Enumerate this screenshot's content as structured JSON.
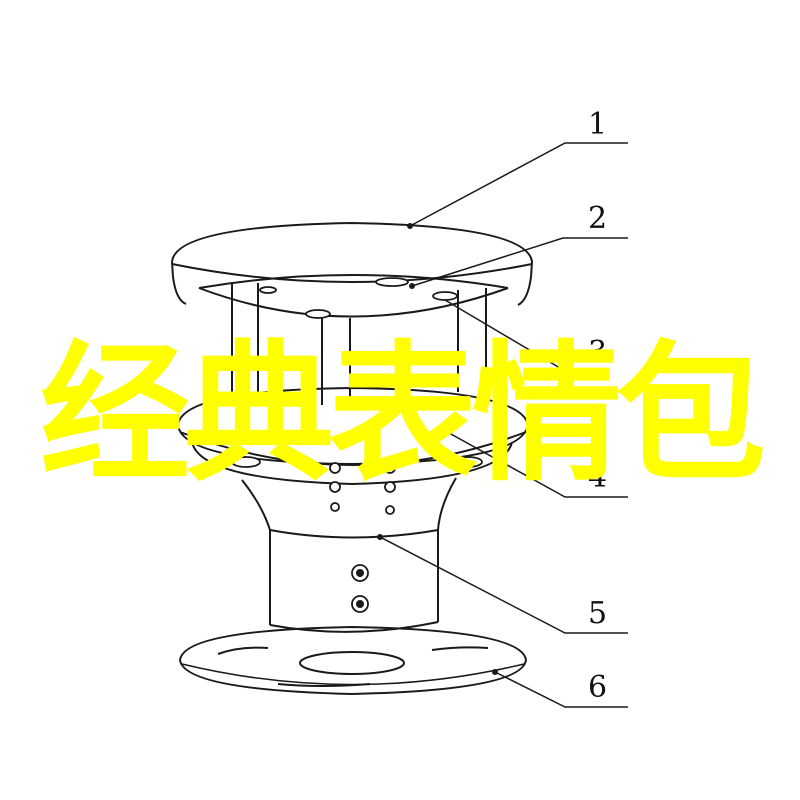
{
  "callouts": {
    "c1": "1",
    "c2": "2",
    "c3": "3",
    "c4": "4",
    "c5": "5",
    "c6": "6"
  },
  "overlay": {
    "text": "经典表情包",
    "color": "#ffff00"
  },
  "colors": {
    "line": "#1a1a1a",
    "background": "#ffffff"
  }
}
